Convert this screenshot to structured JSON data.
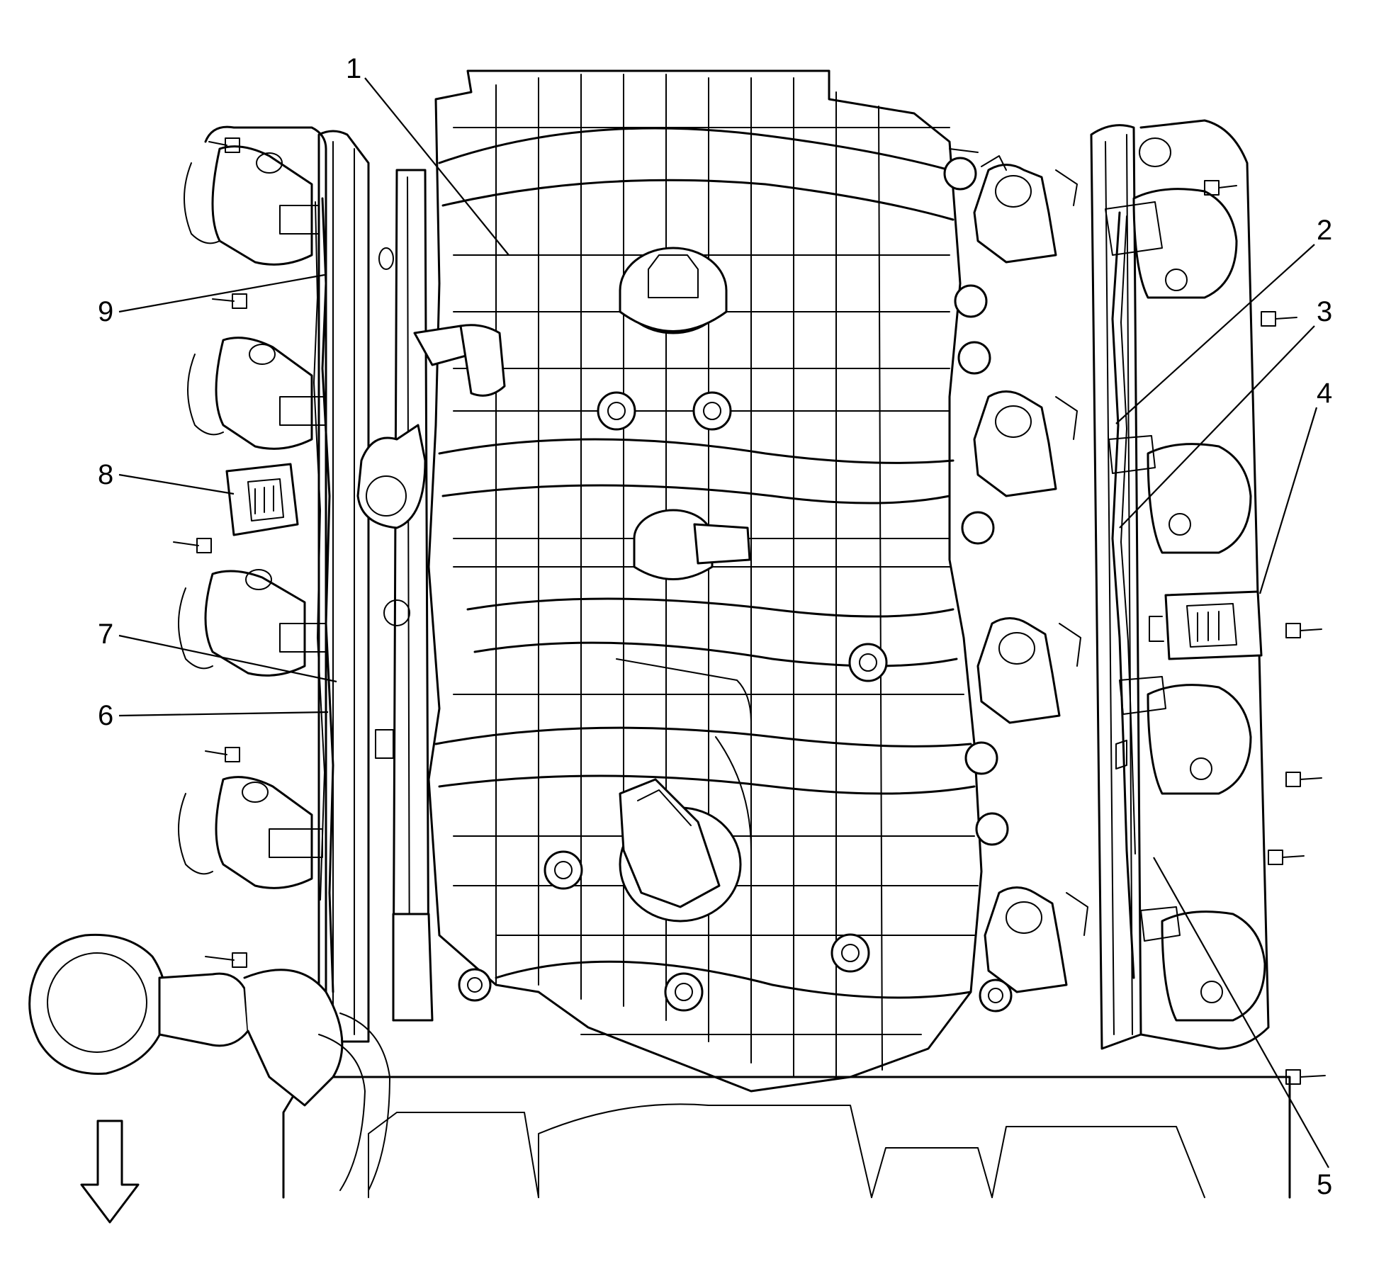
{
  "figure": {
    "callouts": [
      "1",
      "2",
      "3",
      "4",
      "5",
      "6",
      "7",
      "8",
      "9"
    ],
    "direction_arrow": "front-direction-arrow"
  }
}
